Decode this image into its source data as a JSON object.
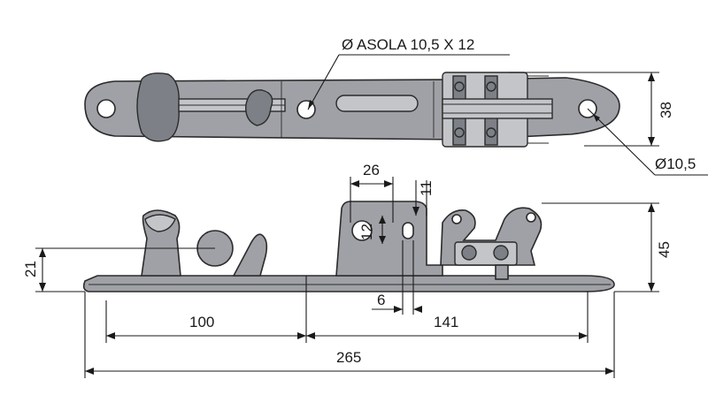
{
  "annotations": {
    "slot": "Ø ASOLA 10,5 X 12",
    "hole_dia": "Ø10,5",
    "height_top": "38",
    "dim_26": "26",
    "dim_11": "11",
    "dim_12": "12",
    "dim_45": "45",
    "dim_21": "21",
    "dim_6": "6",
    "dim_100": "100",
    "dim_141": "141",
    "dim_265": "265"
  },
  "colors": {
    "metal": "#9fa1a6",
    "metal_light": "#c3c5c9",
    "metal_dark": "#7d8086",
    "line": "#1a1a1a"
  }
}
